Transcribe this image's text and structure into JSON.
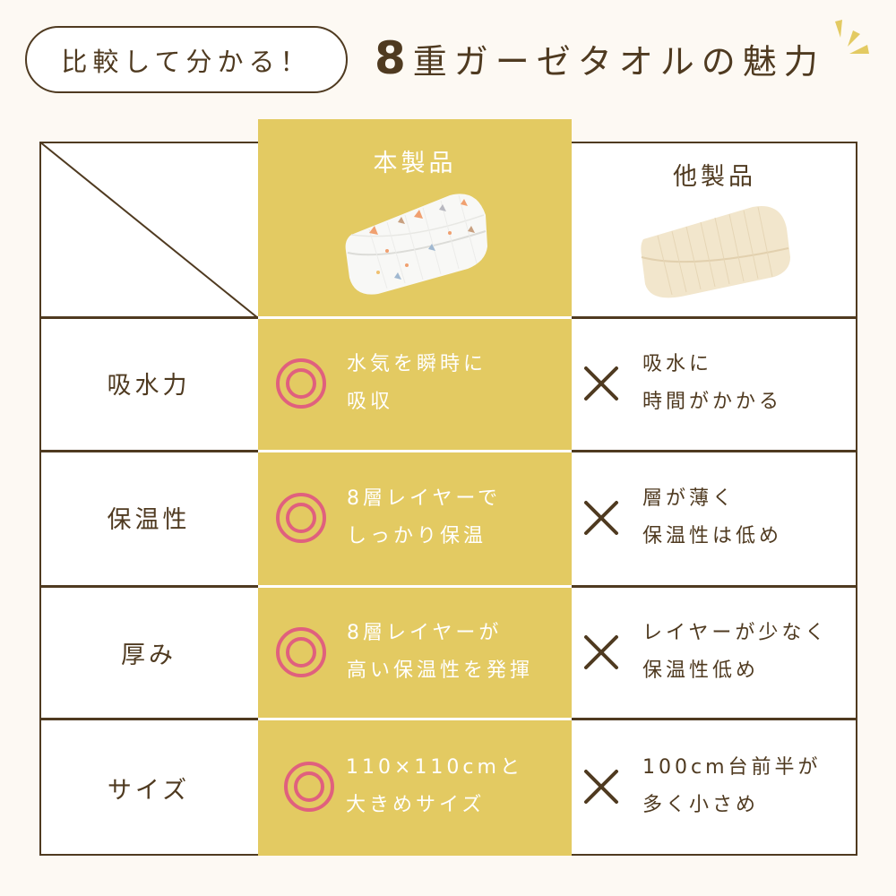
{
  "header": {
    "badge": "比較して分かる！",
    "title_number": "8",
    "title_rest": "重ガーゼタオルの魅力"
  },
  "columns": {
    "ours": "本製品",
    "theirs": "他製品"
  },
  "images": {
    "ours": "white-gauze-towel-with-print",
    "theirs": "beige-gauze-towel"
  },
  "icons": {
    "ours_mark": "double-circle-icon",
    "theirs_mark": "cross-icon"
  },
  "colors": {
    "background": "#fdf9f3",
    "text_brown": "#4f3a20",
    "highlight_yellow": "#e3ca62",
    "double_circle_pink": "#e0607e"
  },
  "rows": [
    {
      "label": "吸水力",
      "ours": [
        "水気を瞬時に",
        "吸収"
      ],
      "theirs": [
        "吸水に",
        "時間がかかる"
      ]
    },
    {
      "label": "保温性",
      "ours": [
        "8層レイヤーで",
        "しっかり保温"
      ],
      "theirs": [
        "層が薄く",
        "保温性は低め"
      ]
    },
    {
      "label": "厚み",
      "ours": [
        "8層レイヤーが",
        "高い保温性を発揮"
      ],
      "theirs": [
        "レイヤーが少なく",
        "保温性低め"
      ]
    },
    {
      "label": "サイズ",
      "ours": [
        "110×110cmと",
        "大きめサイズ"
      ],
      "theirs": [
        "100cm台前半が",
        "多く小さめ"
      ]
    }
  ]
}
